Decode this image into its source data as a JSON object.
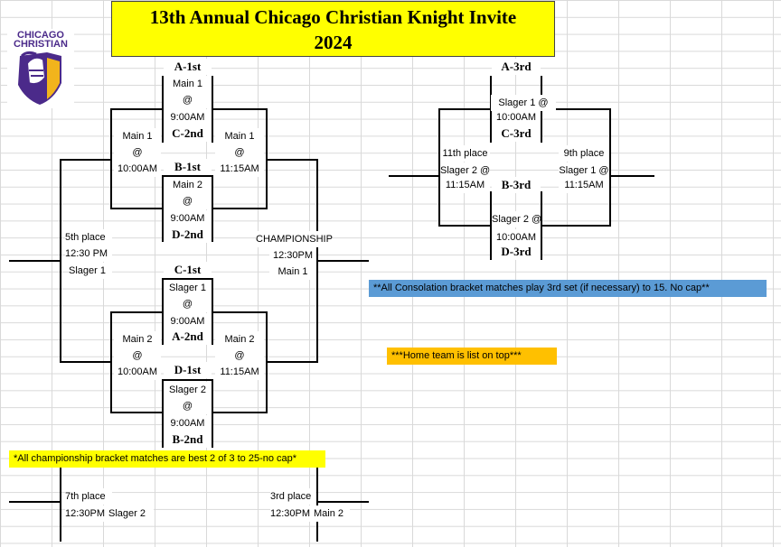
{
  "title": {
    "line1": "13th Annual Chicago Christian Knight Invite",
    "line2": "2024"
  },
  "logo": {
    "line1": "CHICAGO",
    "line2": "CHRISTIAN",
    "icon": "knight-helmet-icon",
    "colors": {
      "purple": "#4b2a8a",
      "gold": "#f2b41c"
    }
  },
  "championship": {
    "top_quarter": {
      "home": "A-1st",
      "court": "Main 1",
      "at": "@",
      "time": "9:00AM",
      "away": "C-2nd"
    },
    "top_semi_left": {
      "court": "Main 1",
      "at": "@",
      "time": "10:00AM"
    },
    "top_semi_right": {
      "court": "Main 1",
      "at": "@",
      "time": "11:15AM"
    },
    "second_quarter": {
      "home": "B-1st",
      "court": "Main 2",
      "at": "@",
      "time": "9:00AM",
      "away": "D-2nd"
    },
    "fifth_place": {
      "label": "5th place",
      "time": "12:30 PM",
      "court": "Slager 1"
    },
    "final": {
      "label": "CHAMPIONSHIP",
      "time": "12:30PM",
      "court": "Main 1"
    },
    "third_quarter": {
      "home": "C-1st",
      "court": "Slager 1",
      "at": "@",
      "time": "9:00AM",
      "away": "A-2nd"
    },
    "bottom_semi_left": {
      "court": "Main 2",
      "at": "@",
      "time": "10:00AM"
    },
    "bottom_semi_right": {
      "court": "Main 2",
      "at": "@",
      "time": "11:15AM"
    },
    "fourth_quarter": {
      "home": "D-1st",
      "court": "Slager 2",
      "at": "@",
      "time": "9:00AM",
      "away": "B-2nd"
    },
    "seventh_place": {
      "label": "7th place",
      "time": "12:30PM",
      "court": "Slager 2"
    },
    "third_place": {
      "label": "3rd place",
      "time": "12:30PM",
      "court": "Main 2"
    }
  },
  "consolation": {
    "top": {
      "home": "A-3rd",
      "court": "Slager 1 @",
      "time": "10:00AM",
      "away": "C-3rd"
    },
    "eleventh": {
      "label": "11th place",
      "court": "Slager 2 @",
      "time": "11:15AM"
    },
    "ninth": {
      "label": "9th place",
      "court": "Slager 1 @",
      "time": "11:15AM"
    },
    "bottom": {
      "home": "B-3rd",
      "court": "Slager 2 @",
      "time": "10:00AM",
      "away": "D-3rd"
    }
  },
  "notes": {
    "consolation_rule": "**All Consolation bracket matches play 3rd set (if necessary) to 15. No cap**",
    "home_team": "***Home team is list on top***",
    "championship_rule": "*All championship bracket matches are best 2 of 3 to 25-no cap*"
  },
  "colors": {
    "title_bg": "#ffff00",
    "consolation_note_bg": "#5b9bd5",
    "home_note_bg": "#ffc000",
    "championship_note_bg": "#ffff00"
  }
}
